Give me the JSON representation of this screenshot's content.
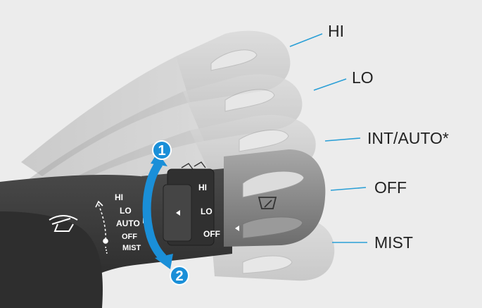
{
  "colors": {
    "background": "#ececec",
    "lever_dark": "#3a3a3a",
    "arrow_blue": "#1a8fd8",
    "callout_line": "#2a9fd6",
    "label_text": "#222222",
    "lever_text": "#ffffff"
  },
  "callouts": [
    {
      "label": "HI"
    },
    {
      "label": "LO"
    },
    {
      "label": "INT/AUTO*"
    },
    {
      "label": "OFF"
    },
    {
      "label": "MIST"
    }
  ],
  "stalk_labels": {
    "left": [
      "HI",
      "LO",
      "AUTO",
      "OFF",
      "MIST"
    ],
    "right": [
      "HI",
      "LO",
      "OFF"
    ]
  },
  "badges": [
    "1",
    "2"
  ],
  "icons": {
    "wiper_left": "windshield-wiper-icon",
    "wiper_tip": "windshield-wiper-icon",
    "wiper_top": "wiper-intermittent-icon"
  }
}
